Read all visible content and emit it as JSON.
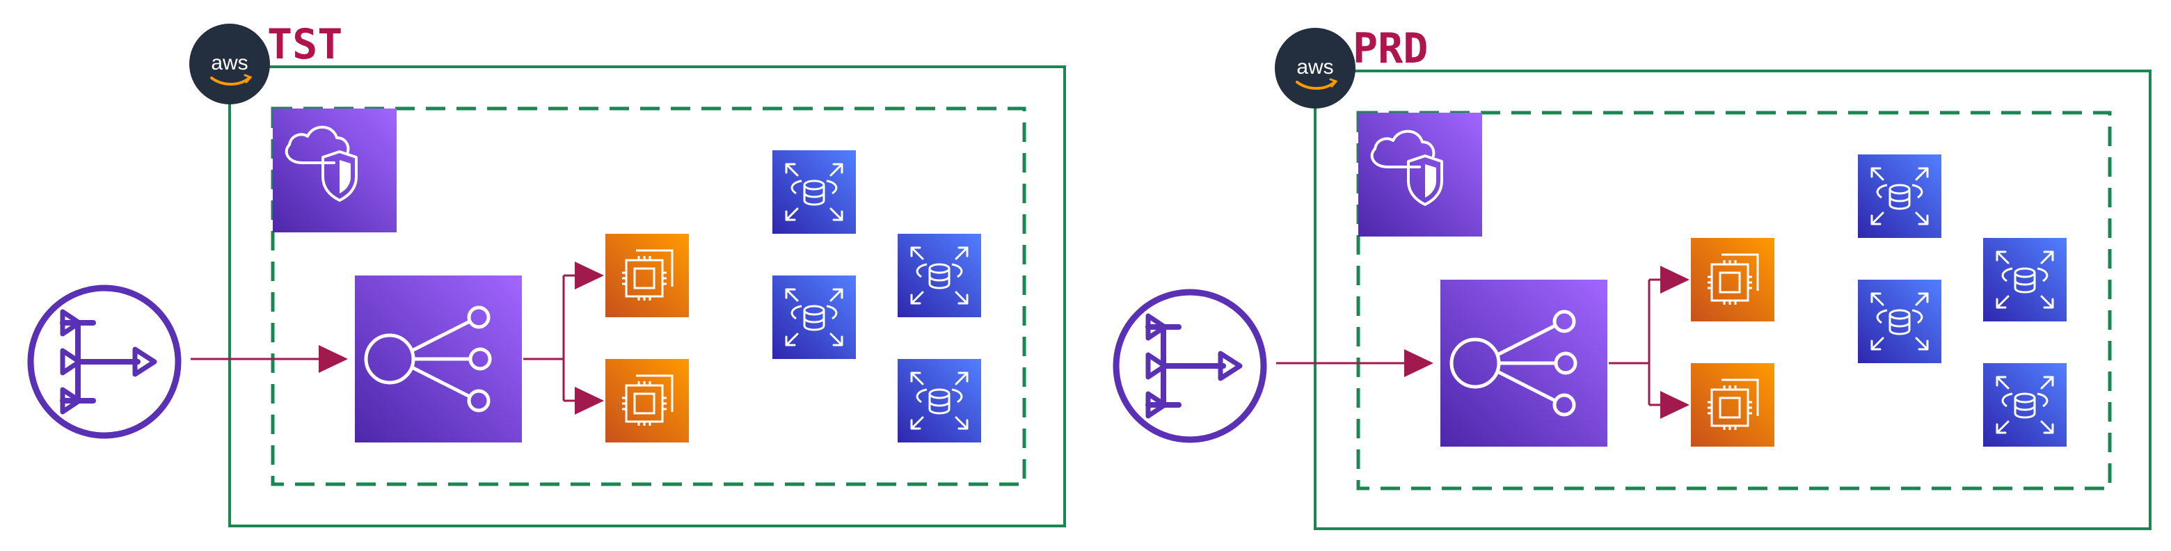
{
  "environments": [
    {
      "label": "TST",
      "provider_badge": "aws"
    },
    {
      "label": "PRD",
      "provider_badge": "aws"
    }
  ],
  "colors": {
    "cloud_border": "#1a8753",
    "vpc_border": "#1a8753",
    "arrow": "#a01a4d",
    "label": "#b0144d",
    "badge_bg": "#232f3e",
    "purple_dark": "#4d27aa",
    "purple_light": "#a166ff",
    "orange_dark": "#c8511b",
    "orange_light": "#ff9900",
    "blue_dark": "#2e27ad",
    "blue_light": "#527fff",
    "nat_stroke": "#5a30b5"
  },
  "icons": {
    "entry": "network-load-balancer-icon",
    "security": "cloud-shield-icon",
    "load_balancer": "elastic-load-balancing-icon",
    "compute": "ec2-instance-icon",
    "database": "rds-database-icon"
  }
}
